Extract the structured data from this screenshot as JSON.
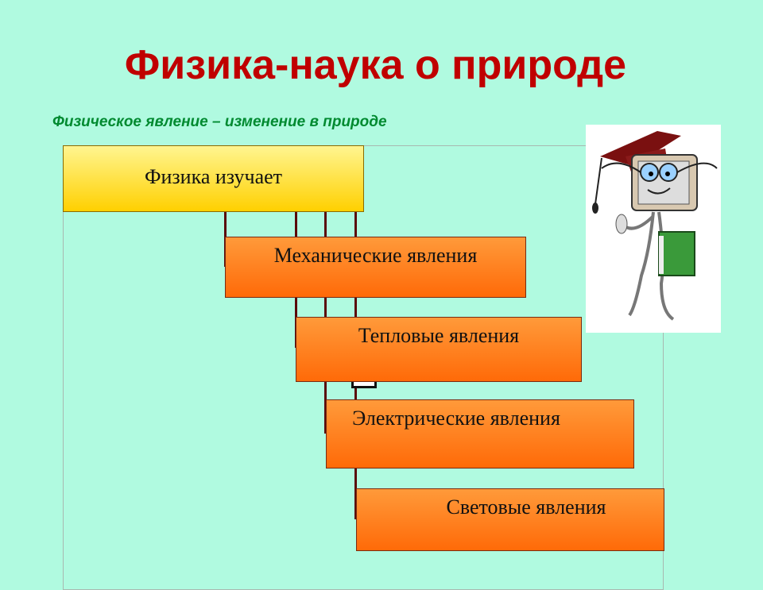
{
  "title": "Физика-наука о природе",
  "subtitle": "Физическое явление – изменение в природе",
  "root": {
    "label": "Физика изучает"
  },
  "branches": [
    {
      "label": "Механические явления"
    },
    {
      "label": "Тепловые явления"
    },
    {
      "label": "Электрические явления"
    },
    {
      "label": "Световые явления"
    }
  ],
  "colors": {
    "title": "#c00000",
    "subtitle": "#008a30",
    "background": "#b0fae0",
    "box": "#ff7a18",
    "root": "#ffe040"
  }
}
